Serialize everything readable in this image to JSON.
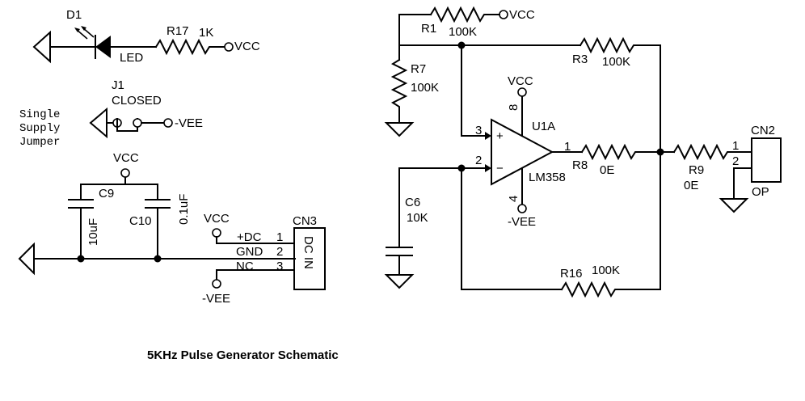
{
  "title": "5KHz Pulse Generator Schematic",
  "led": {
    "ref": "D1",
    "type": "LED",
    "resistor_ref": "R17",
    "resistor_value": "1K",
    "supply": "VCC"
  },
  "jumper": {
    "ref": "J1",
    "state": "CLOSED",
    "note_lines": [
      "Single",
      "Supply",
      "Jumper"
    ],
    "supply": "-VEE"
  },
  "decoupling": {
    "supply": "VCC",
    "c9_ref": "C9",
    "c9_value": "10uF",
    "c10_ref": "C10",
    "c10_value": "0.1uF"
  },
  "power_connector": {
    "ref": "CN3",
    "label": "DC IN",
    "vcc": "VCC",
    "vee": "-VEE",
    "pins": [
      {
        "name": "+DC",
        "number": "1"
      },
      {
        "name": "GND",
        "number": "2"
      },
      {
        "name": "NC",
        "number": "3"
      }
    ]
  },
  "opamp": {
    "ref": "U1A",
    "part": "LM358",
    "pin_inverting": "2",
    "pin_noninverting": "3",
    "pin_output": "1",
    "pin_vcc": "8",
    "pin_vee": "4",
    "plus_sign": "+",
    "minus_sign": "−",
    "vcc": "VCC",
    "vee": "-VEE"
  },
  "resistors": {
    "r1": {
      "ref": "R1",
      "value": "100K",
      "supply": "VCC"
    },
    "r7": {
      "ref": "R7",
      "value": "100K"
    },
    "r3": {
      "ref": "R3",
      "value": "100K"
    },
    "r8": {
      "ref": "R8",
      "value": "0E"
    },
    "r9": {
      "ref": "R9",
      "value": "0E"
    },
    "r16": {
      "ref": "R16",
      "value": "100K"
    }
  },
  "timing_cap": {
    "ref": "C6",
    "value": "10K"
  },
  "output_connector": {
    "ref": "CN2",
    "label": "OP",
    "pin1": "1",
    "pin2": "2"
  }
}
